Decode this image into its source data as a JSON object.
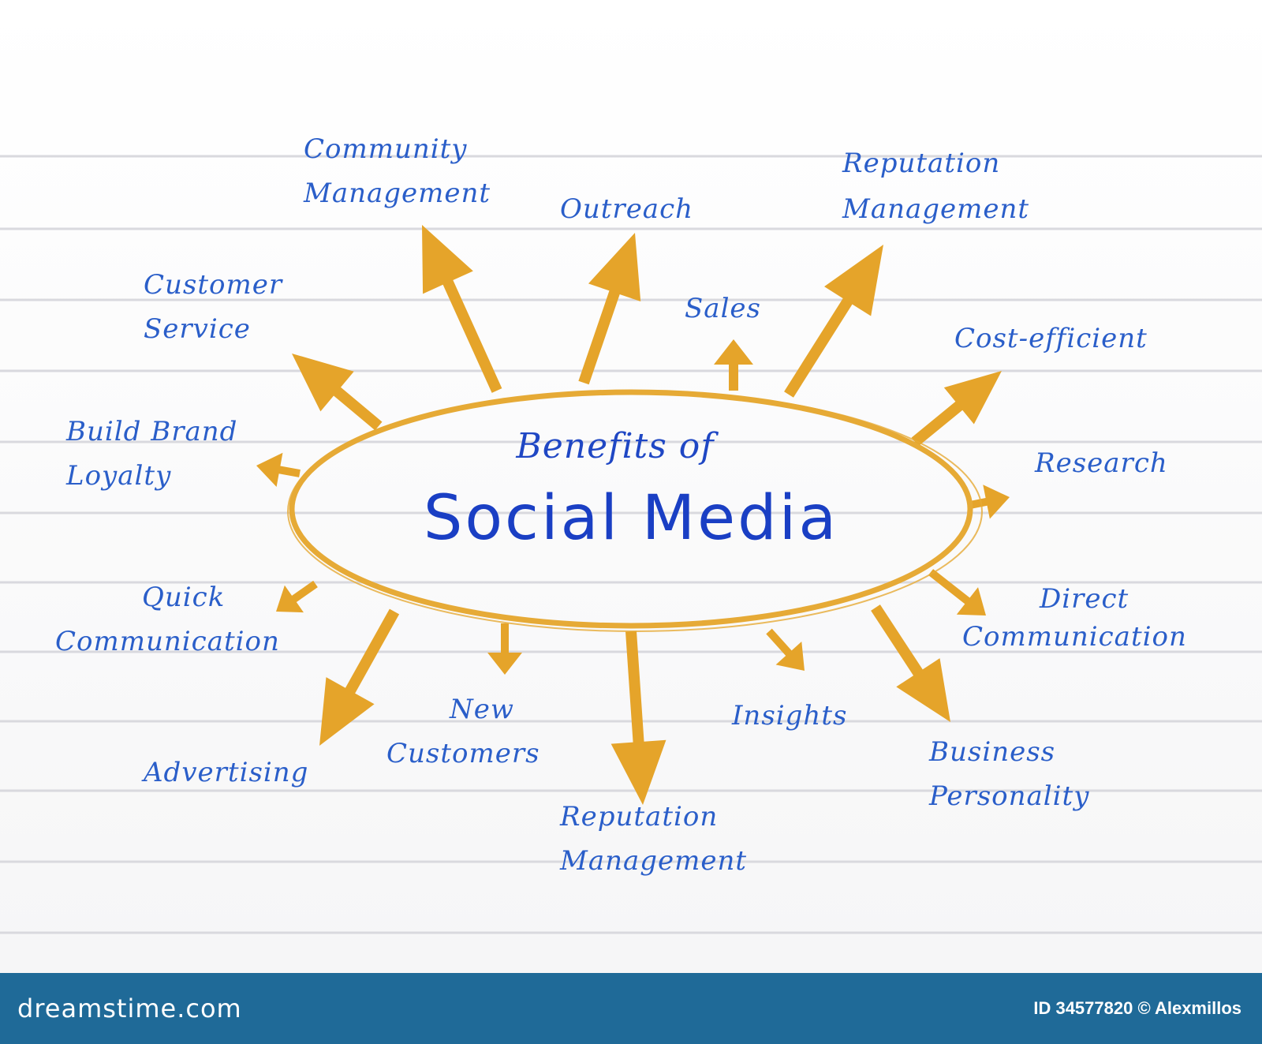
{
  "diagram": {
    "title_small": "Benefits of",
    "title_large": "Social Media",
    "nodes": [
      {
        "id": "community-management",
        "lines": [
          "Community",
          "Management"
        ]
      },
      {
        "id": "outreach",
        "lines": [
          "Outreach"
        ]
      },
      {
        "id": "reputation-management-top",
        "lines": [
          "Reputation",
          "Management"
        ]
      },
      {
        "id": "sales",
        "lines": [
          "Sales"
        ]
      },
      {
        "id": "cost-efficient",
        "lines": [
          "Cost-efficient"
        ]
      },
      {
        "id": "research",
        "lines": [
          "Research"
        ]
      },
      {
        "id": "direct-communication",
        "lines": [
          "Direct",
          "Communication"
        ]
      },
      {
        "id": "business-personality",
        "lines": [
          "Business",
          "Personality"
        ]
      },
      {
        "id": "insights",
        "lines": [
          "Insights"
        ]
      },
      {
        "id": "reputation-management-bottom",
        "lines": [
          "Reputation",
          "Management"
        ]
      },
      {
        "id": "new-customers",
        "lines": [
          "New",
          "Customers"
        ]
      },
      {
        "id": "advertising",
        "lines": [
          "Advertising"
        ]
      },
      {
        "id": "quick-communication",
        "lines": [
          "Quick",
          "Communication"
        ]
      },
      {
        "id": "build-brand-loyalty",
        "lines": [
          "Build Brand",
          "Loyalty"
        ]
      },
      {
        "id": "customer-service",
        "lines": [
          "Customer",
          "Service"
        ]
      }
    ],
    "colors": {
      "arrow": "#e5a42a",
      "ellipse": "#e6aa36",
      "text": "#2a5ec9",
      "title": "#1a3fc4",
      "rule_line": "#d9d9de"
    }
  },
  "footer": {
    "logo": "dreamstime.com",
    "credit": "ID 34577820 © Alexmillos",
    "background": "#1f6a98"
  }
}
